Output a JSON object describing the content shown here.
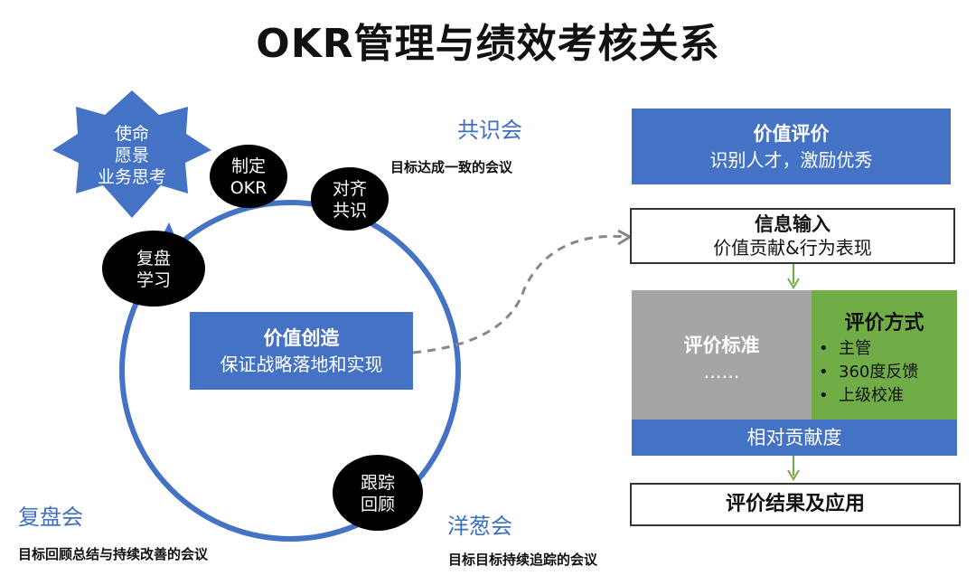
{
  "title": "OKR管理与绩效考核关系",
  "cycle": {
    "star_text": "使命\n愿景\n业务思考",
    "node_set": "制定\nOKR",
    "node_align": "对齐\n共识",
    "node_review": "复盘\n学习",
    "node_track": "跟踪\n回顾",
    "center_title": "价值创造",
    "center_sub": "保证战略落地和实现"
  },
  "meetings": {
    "consensus_name": "共识会",
    "consensus_desc": "目标达成一致的会议",
    "review_name": "复盘会",
    "review_desc": "目标回顾总结与持续改善的会议",
    "onion_name": "洋葱会",
    "onion_desc": "目标目标持续追踪的会议"
  },
  "evaluation": {
    "top_title": "价值评价",
    "top_sub": "识别人才，激励优秀",
    "input_title": "信息输入",
    "input_sub": "价值贡献&行为表现",
    "standard_title": "评价标准",
    "standard_more": "……",
    "method_title": "评价方式",
    "method_items": [
      "主管",
      "360度反馈",
      "上级校准"
    ],
    "relative": "相对贡献度",
    "result": "评价结果及应用"
  },
  "colors": {
    "blue": "#4472c4",
    "gray": "#a5a5a5",
    "green": "#70ad47",
    "black": "#000000"
  }
}
